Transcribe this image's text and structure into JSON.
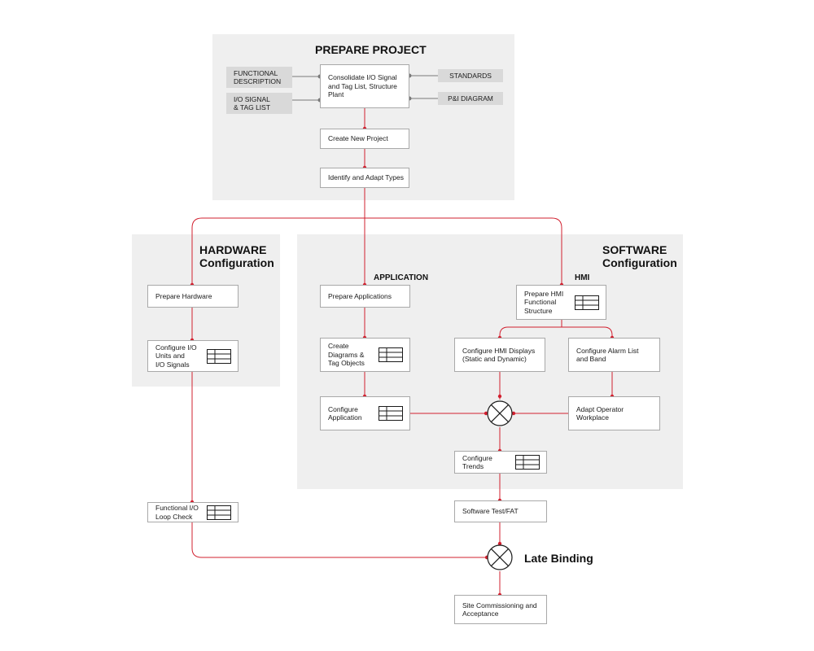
{
  "colors": {
    "line": "#d2202f",
    "panel": "#efefef",
    "input_box": "#d9d9d9"
  },
  "prepare_project": {
    "title": "PREPARE PROJECT",
    "inputs_left": [
      "FUNCTIONAL\nDESCRIPTION",
      "I/O SIGNAL\n& TAG LIST"
    ],
    "inputs_right": [
      "STANDARDS",
      "P&I DIAGRAM"
    ],
    "steps": [
      "Consolidate I/O Signal\nand Tag List, Structure\nPlant",
      "Create New Project",
      "Identify and Adapt Types"
    ]
  },
  "hardware": {
    "title": "HARDWARE\nConfiguration",
    "steps": [
      "Prepare Hardware",
      "Configure I/O\nUnits and\nI/O Signals"
    ]
  },
  "software": {
    "title": "SOFTWARE\nConfiguration",
    "application": {
      "label": "APPLICATION",
      "steps": [
        "Prepare Applications",
        "Create\nDiagrams &\nTag Objects",
        "Configure\nApplication"
      ]
    },
    "hmi": {
      "label": "HMI",
      "steps": [
        "Prepare HMI\nFunctional\nStructure",
        "Configure HMI Displays\n(Static and Dynamic)",
        "Configure Alarm List\nand Band",
        "Adapt Operator\nWorkplace"
      ]
    },
    "trends": "Configure\nTrends"
  },
  "after": {
    "loop_check": "Functional I/O\nLoop Check",
    "software_test": "Software Test/FAT",
    "late_binding": "Late Binding",
    "site": "Site Commissioning and\nAcceptance"
  },
  "icons": [
    "table-icon",
    "merge-circle-icon"
  ]
}
